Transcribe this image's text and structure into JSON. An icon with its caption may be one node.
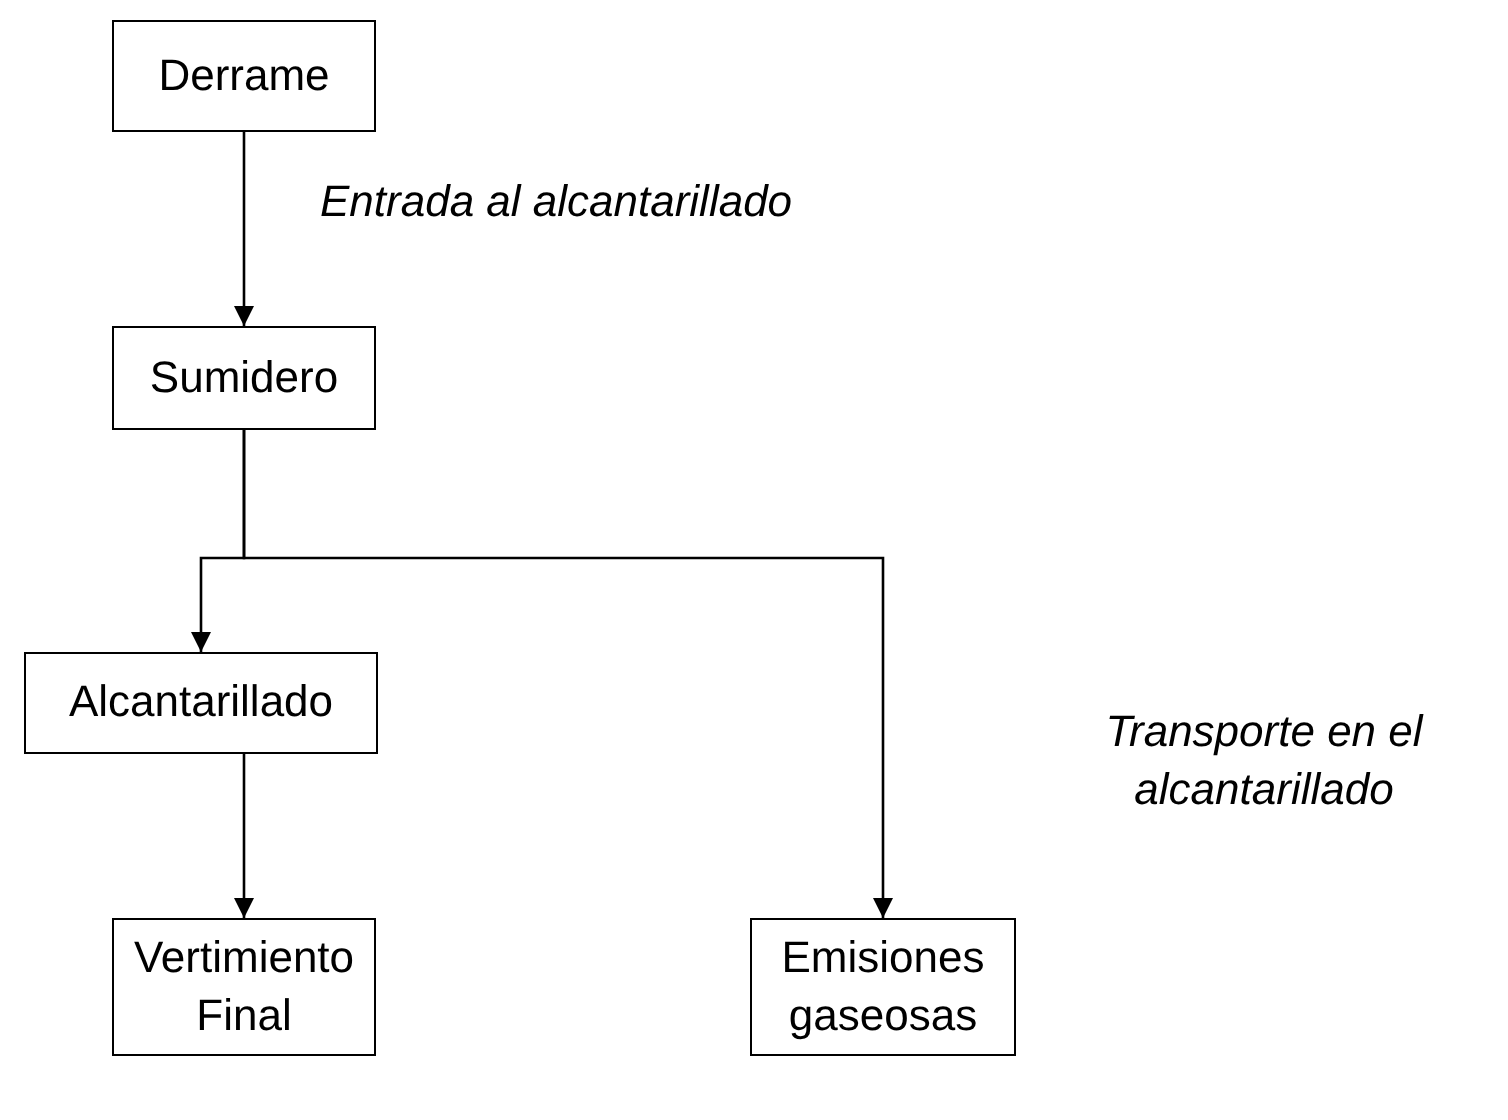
{
  "diagram": {
    "nodes": [
      {
        "text": [
          "Derrame"
        ]
      },
      {
        "text": [
          "Sumidero"
        ]
      },
      {
        "text": [
          "Alcantarillado"
        ]
      },
      {
        "text": [
          "Vertimiento Final"
        ]
      },
      {
        "text": [
          "Emisiones gaseosas"
        ]
      }
    ],
    "edges": [
      {
        "from": 0,
        "to": 1,
        "arrow": "to"
      },
      {
        "from": 1,
        "to": 2,
        "arrow": "to"
      },
      {
        "from": 1,
        "to": 4,
        "arrow": "to"
      },
      {
        "from": 2,
        "to": 3,
        "arrow": "to"
      }
    ],
    "labels": [
      "Entrada al alcantarillado",
      "Transporte en el alcantarillado"
    ]
  }
}
